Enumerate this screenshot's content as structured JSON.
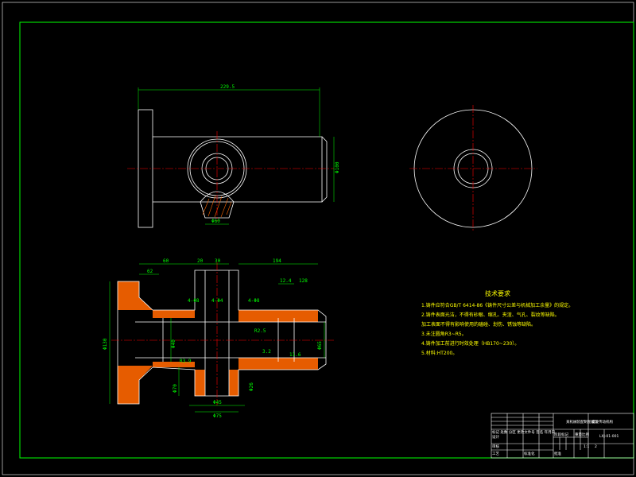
{
  "colors": {
    "background": "#000000",
    "frame": "#00ff00",
    "outline": "#ffffff",
    "centerline": "#ff0000",
    "dimension": "#00ff00",
    "hatch": "#ff6600",
    "text": "#ffff00"
  },
  "dimensions": {
    "top_length": "229.5",
    "top_dia": "Φ100",
    "bore": "Φ60",
    "d62": "62",
    "d60": "60",
    "d20": "20",
    "d30": "30",
    "d194": "194",
    "d124": "12.4",
    "d128": "128",
    "phi130": "Φ130",
    "phi40": "Φ40",
    "phi65": "Φ65",
    "m1": "4-Φ8",
    "m2": "4-Φ4",
    "m3": "4-Φ8",
    "r39": "R3.9",
    "r25": "R2.5",
    "d32": "3.2",
    "d14": "11.6",
    "d70": "Φ70",
    "d26": "Φ26",
    "d45": "Φ45",
    "d75": "Φ75"
  },
  "notes": {
    "title": "技术要求",
    "lines": [
      "1.铸件应符合GB/T 6414-86《铸件尺寸公差与机械加工余量》的规定。",
      "2.铸件表面光洁，不得有砂眼、缩孔、夹渣、气孔、裂纹等缺陷。",
      "加工表面不得有影响使用的磕碰、划伤、锈蚀等缺陷。",
      "3.未注圆角R3~R5。",
      "4.铸件加工前进行时效处理（HB170~230）。",
      "5.材料:HT200。"
    ]
  },
  "title_block": {
    "part_name": "螺旋传动机构",
    "company": "某机械装配制图设计",
    "drawing_no": "LXJ-01-001",
    "rev": "1:1",
    "sheet": "2",
    "r1": "标记 处数 分区 更改文件号 签名 年月日",
    "r2": "设计",
    "r3": "审核",
    "r4": "工艺",
    "r5": "标准化",
    "r6": "阶段标记",
    "r7": "重量",
    "r8": "比例",
    "r9": "批准"
  }
}
